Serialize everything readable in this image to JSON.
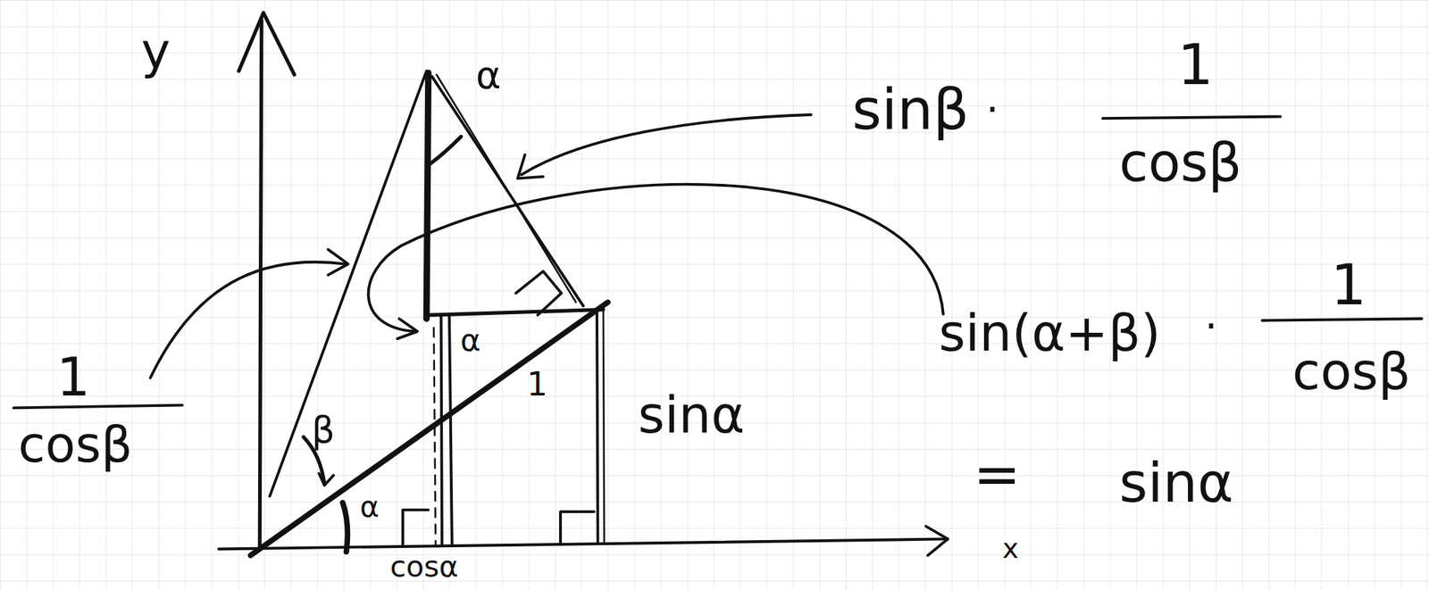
{
  "diagram": {
    "labels": [
      "y",
      "x",
      "α",
      "sinβ",
      "·",
      "1",
      "cosβ",
      "sin(α+β)",
      "·",
      "1",
      "cosβ",
      "=",
      "sinα",
      "1",
      "cosβ",
      "sinα",
      "α",
      "1",
      "β",
      "α",
      "cosα"
    ]
  }
}
